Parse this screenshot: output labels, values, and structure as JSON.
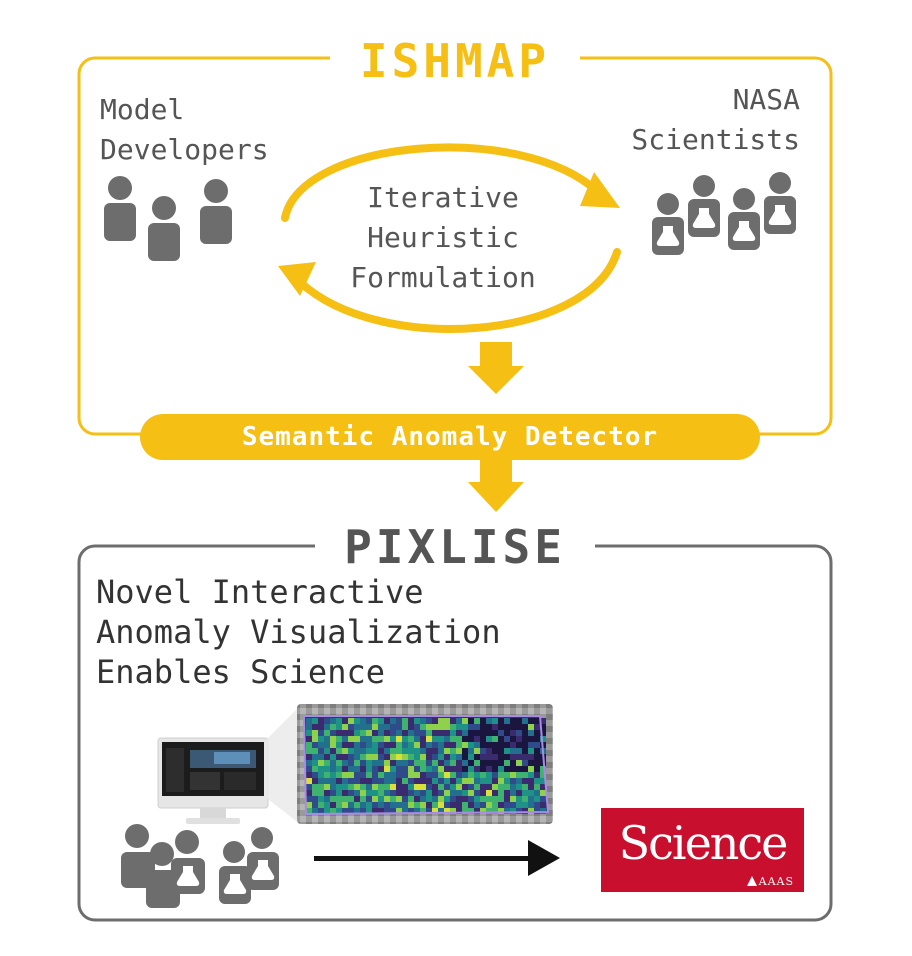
{
  "ishmap": {
    "title": "ISHMAP",
    "model_developers": "Model\nDevelopers",
    "nasa_scientists": "NASA\nScientists",
    "loop_label": "Iterative\nHeuristic\nFormulation",
    "detector_label": "Semantic Anomaly Detector"
  },
  "pixlise": {
    "title": "PIXLISE",
    "description": "Novel Interactive\nAnomaly Visualization\nEnables Science"
  },
  "science_logo": {
    "word": "Science",
    "sub": "AAAS"
  },
  "colors": {
    "accent": "#f5bf14",
    "gray": "#6d6d6d",
    "science_red": "#c8102e"
  },
  "icons": [
    "people-icon",
    "scientist-icon",
    "monitor-icon",
    "anomaly-map-image",
    "arrow-icon"
  ]
}
